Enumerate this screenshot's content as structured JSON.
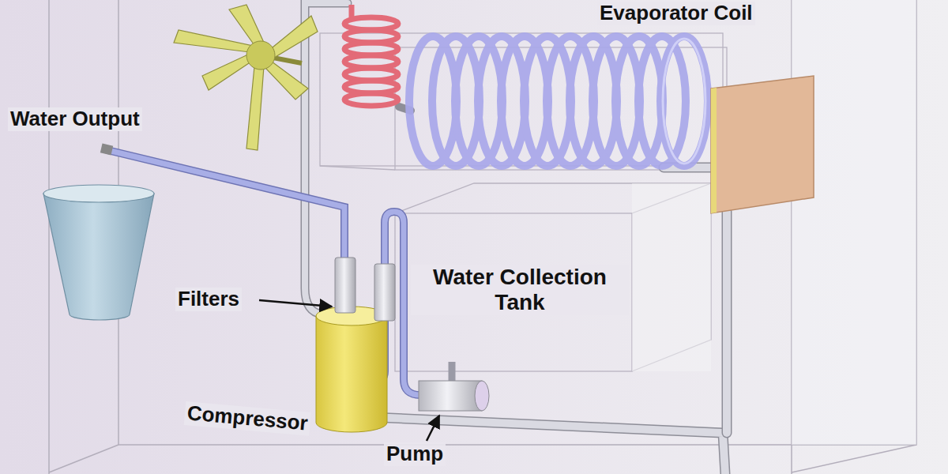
{
  "diagram": {
    "labels": [
      "Evaporator Coil",
      "Water Output",
      "Filters",
      "Water Collection Tank",
      "Compressor",
      "Pump"
    ]
  }
}
